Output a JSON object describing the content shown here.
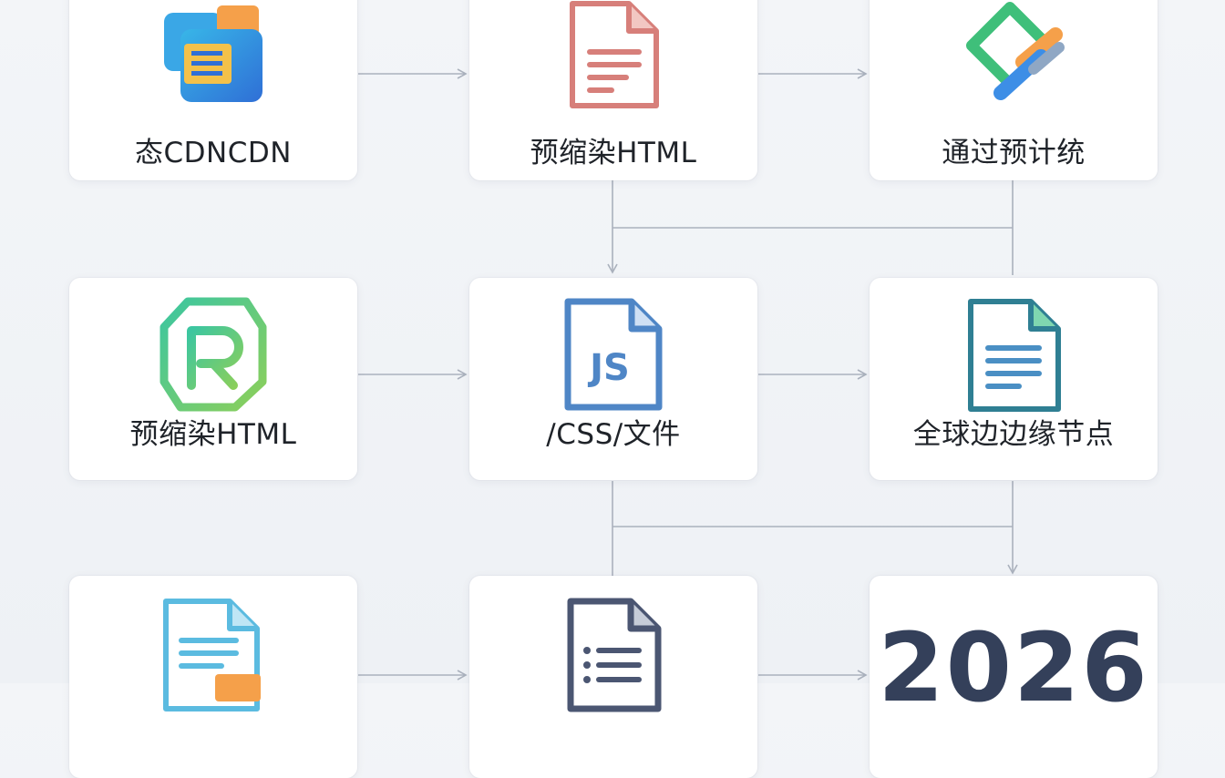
{
  "nodes": [
    {
      "id": "r1c1",
      "label": "态CDNCDN",
      "icon": "cdn-box-icon"
    },
    {
      "id": "r1c2",
      "label": "预缩染HTML",
      "icon": "html-doc-icon"
    },
    {
      "id": "r1c3",
      "label": "通过预计统",
      "icon": "chain-link-icon"
    },
    {
      "id": "r2c1",
      "label": "预缩染HTML",
      "icon": "r-shield-icon"
    },
    {
      "id": "r2c2",
      "label": "/CSS/文件",
      "icon": "js-file-icon",
      "icon_text": "JS"
    },
    {
      "id": "r2c3",
      "label": "全球边边缘节点",
      "icon": "doc-lines-icon"
    },
    {
      "id": "r3c1",
      "label": "",
      "icon": "doc-badge-icon"
    },
    {
      "id": "r3c2",
      "label": "",
      "icon": "dark-doc-icon"
    },
    {
      "id": "r3c3",
      "label": "",
      "icon": "year-text",
      "big_text": "2026"
    }
  ],
  "colors": {
    "connector": "#aab1bd",
    "card_bg": "#ffffff",
    "text": "#1f2329",
    "year": "#34405a"
  }
}
